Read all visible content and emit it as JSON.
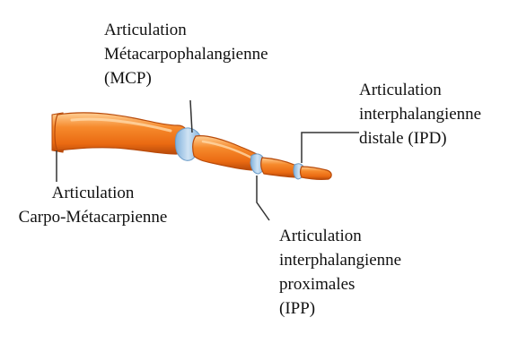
{
  "colors": {
    "bone_fill": "#f27a1e",
    "bone_highlight": "#ffc585",
    "bone_shadow": "#b84a0a",
    "cartilage": "#9fc3e4",
    "leader_line": "#333333",
    "text": "#111111",
    "background": "#ffffff"
  },
  "labels": {
    "cmc": {
      "lines": [
        "Articulation",
        "Carpo-Métacarpienne"
      ]
    },
    "mcp": {
      "lines": [
        "Articulation",
        "Métacarpophalangienne",
        "(MCP)"
      ]
    },
    "ipd": {
      "lines": [
        "Articulation",
        "interphalangienne",
        "distale (IPD)"
      ]
    },
    "ipp": {
      "lines": [
        "Articulation",
        "interphalangienne",
        "proximales",
        "(IPP)"
      ]
    }
  }
}
